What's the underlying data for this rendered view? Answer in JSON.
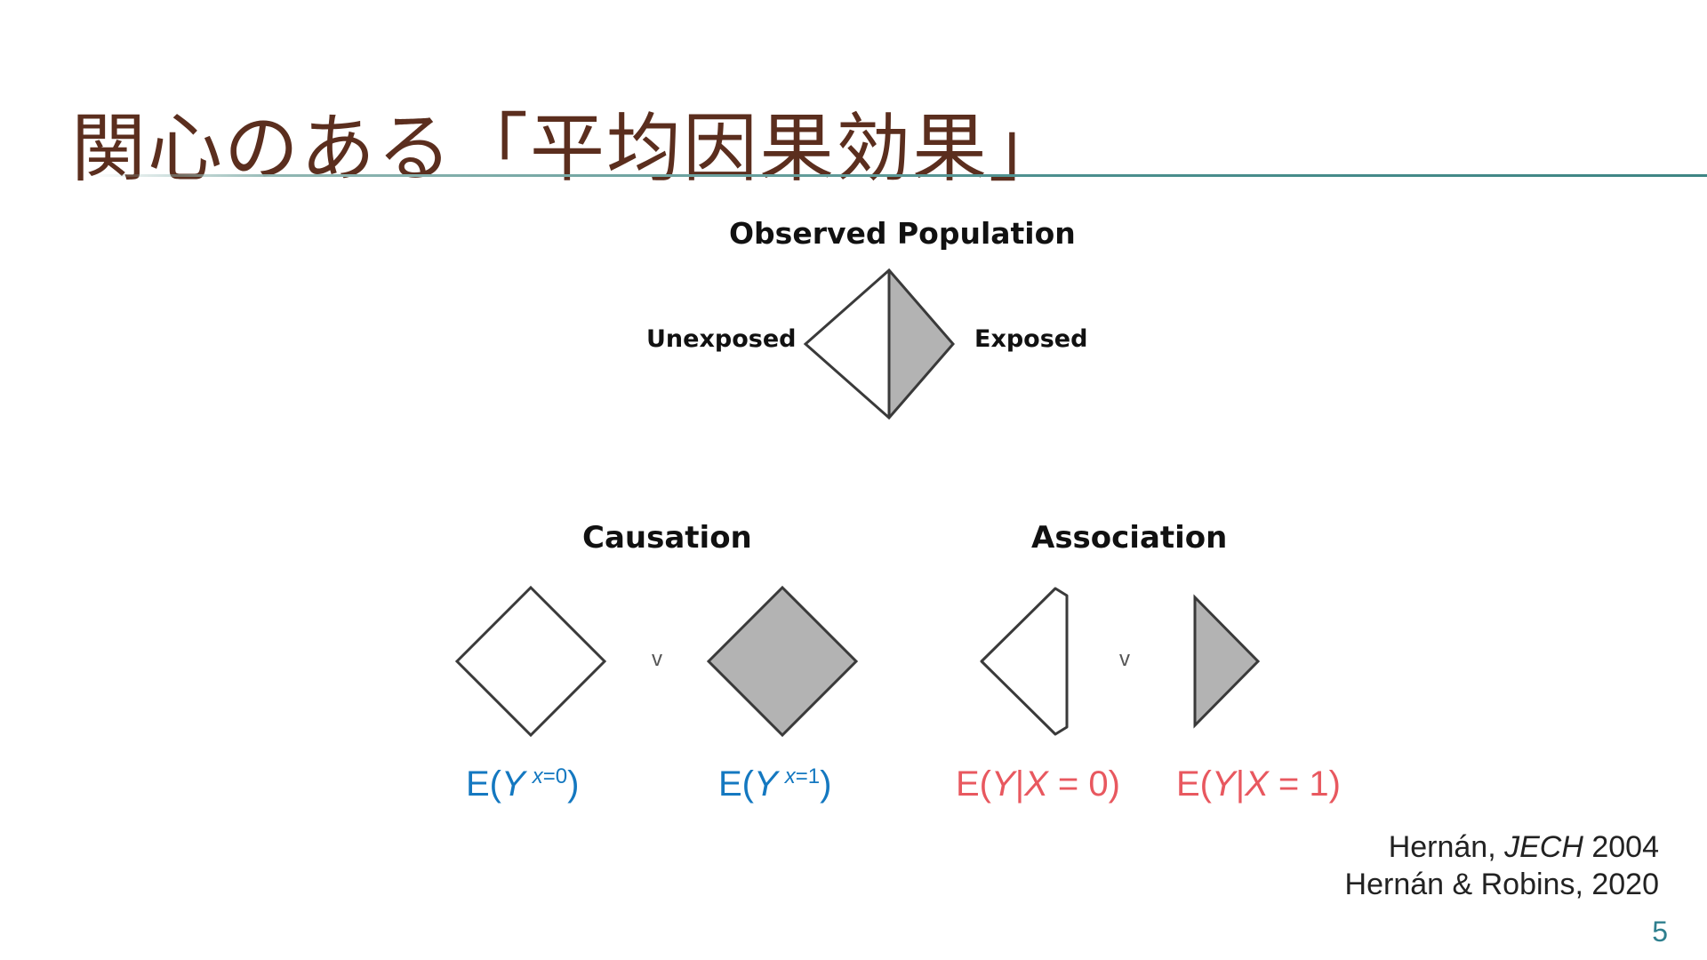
{
  "slide": {
    "title": "関心のある「平均因果効果」",
    "page_number": "5"
  },
  "diagram": {
    "top_heading": "Observed Population",
    "unexposed_label": "Unexposed",
    "exposed_label": "Exposed",
    "causation_heading": "Causation",
    "association_heading": "Association",
    "comparison_symbol": "v",
    "causation_formulas": [
      {
        "lead": "E(",
        "var": "Y",
        "sup": "x=0",
        "tail": ")"
      },
      {
        "lead": "E(",
        "var": "Y",
        "sup": "x=1",
        "tail": ")"
      }
    ],
    "association_formulas": [
      {
        "lead": "E(",
        "var": "Y",
        "bar": "|",
        "cond": "X",
        "tail": " = 0)"
      },
      {
        "lead": "E(",
        "var": "Y",
        "bar": "|",
        "cond": "X",
        "tail": " = 1)"
      }
    ],
    "colors": {
      "causation": "#1478c0",
      "association": "#e8585f",
      "shaded": "#b3b3b3",
      "outline": "#3a3a3a"
    }
  },
  "citations": {
    "line1_author": "Hernán, ",
    "line1_journal": "JECH",
    "line1_year": " 2004",
    "line2": "Hernán & Robins, 2020"
  }
}
